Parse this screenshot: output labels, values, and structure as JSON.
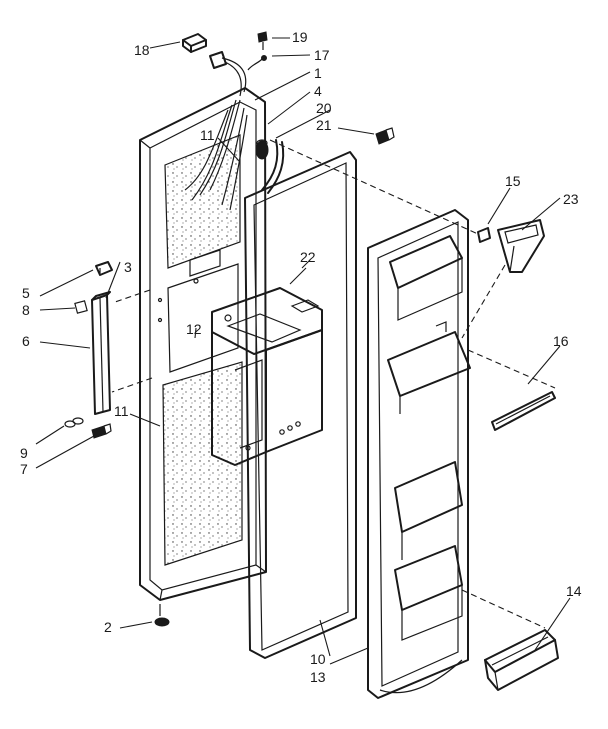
{
  "diagram": {
    "callouts": {
      "c1": "1",
      "c2": "2",
      "c3": "3",
      "c4": "4",
      "c5": "5",
      "c6": "6",
      "c7": "7",
      "c8": "8",
      "c9": "9",
      "c10": "10",
      "c11a": "11",
      "c11b": "11",
      "c12": "12",
      "c13": "13",
      "c14": "14",
      "c15": "15",
      "c16": "16",
      "c17": "17",
      "c18": "18",
      "c19": "19",
      "c20": "20",
      "c21": "21",
      "c22": "22",
      "c23": "23"
    },
    "colors": {
      "ink": "#1a1a1a",
      "paper": "#ffffff"
    }
  }
}
